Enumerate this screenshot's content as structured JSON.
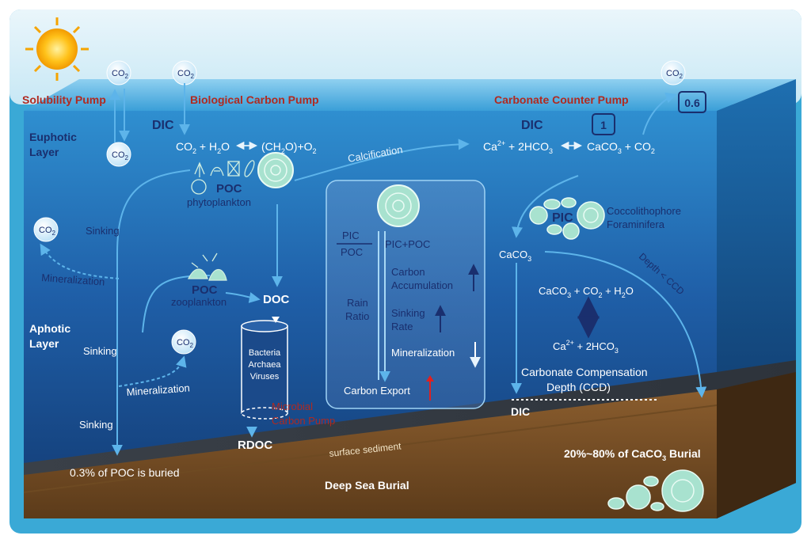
{
  "pumps": {
    "solubility": "Solubility Pump",
    "biological": "Biological Carbon Pump",
    "carbonate": "Carbonate Counter Pump",
    "microbial_line1": "Microbial",
    "microbial_line2": "Carbon Pump"
  },
  "layers": {
    "euphotic_line1": "Euphotic",
    "euphotic_line2": "Layer",
    "aphotic_line1": "Aphotic",
    "aphotic_line2": "Layer"
  },
  "chem": {
    "co2_base": "CO",
    "co2_sub": "2",
    "dic": "DIC",
    "doc": "DOC",
    "rdoc": "RDOC",
    "poc": "POC",
    "pic": "PIC",
    "caco3": "CaCO",
    "caco3_sub": "3"
  },
  "equations": {
    "photosynthesis_lhs": "CO",
    "photosynthesis_mid": " + H",
    "photosynthesis_mid2": "O",
    "photosynthesis_rhs": "(CH",
    "photosynthesis_rhs2": "O)+O",
    "calc_lhs": "Ca",
    "calc_lhs_sup": "2+",
    "calc_lhs2": " + 2HCO",
    "calc_lhs2_sup": "–",
    "calc_lhs2_sub": "3",
    "calc_rhs": "CaCO",
    "calc_rhs2": " + CO",
    "dissolve_top": "CaCO",
    "dissolve_top2": " + CO",
    "dissolve_top3": " + H",
    "dissolve_top4": "O",
    "dissolve_bottom": "Ca",
    "dissolve_bottom2": " + 2HCO"
  },
  "labels": {
    "calcification": "Calcification",
    "phytoplankton": "phytoplankton",
    "zooplankton": "zooplankton",
    "sinking": "Sinking",
    "mineralization": "Mineralization",
    "bacteria": "Bacteria",
    "archaea": "Archaea",
    "viruses": "Viruses",
    "coccolithophore": "Coccolithophore",
    "foraminifera": "Foraminifera",
    "depth_ccd": "Depth < CCD",
    "ccd_line1": "Carbonate Compensation",
    "ccd_line2": "Depth (CCD)",
    "poc_buried": "0.3% of POC is buried",
    "surface_sediment": "surface sediment",
    "deep_sea_burial": "Deep Sea Burial",
    "caco3_burial_pre": "20%~80% of CaCO",
    "caco3_burial_sub": "3",
    "caco3_burial_post": " Burial",
    "ratio_one": "1",
    "ratio_point6": "0.6"
  },
  "panel": {
    "pic": "PIC",
    "poc": "POC",
    "pic_poc": "PIC+POC",
    "carbon_line1": "Carbon",
    "carbon_line2": "Accumulation",
    "rain_line1": "Rain",
    "rain_line2": "Ratio",
    "sinking_line1": "Sinking",
    "sinking_line2": "Rate",
    "mineralization": "Mineralization",
    "carbon_export": "Carbon Export"
  },
  "colors": {
    "ocean_top": "#4aa8dc",
    "ocean_deep": "#123c78",
    "sediment": "#7a5228",
    "label_red": "#b02a20",
    "label_navy": "#1a2f6e",
    "arrow_blue": "#5db4ea",
    "panel_border": "#9fd3f5"
  }
}
